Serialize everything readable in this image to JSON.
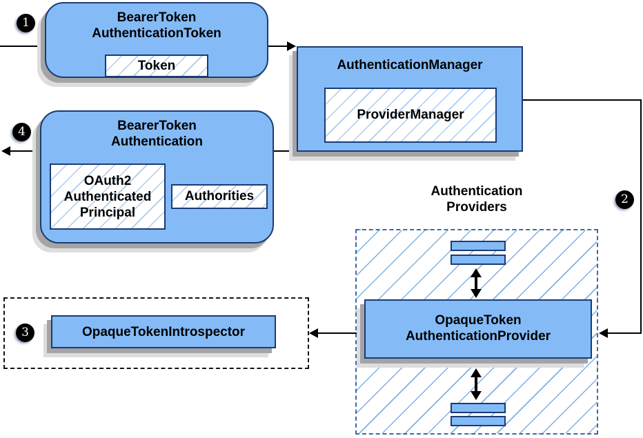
{
  "badges": {
    "step1": "1",
    "step2": "2",
    "step3": "3",
    "step4": "4"
  },
  "nodes": {
    "bearer_token_authentication_token": {
      "title": "BearerToken\nAuthenticationToken",
      "token": "Token"
    },
    "authentication_manager": {
      "title": "AuthenticationManager",
      "provider_manager": "ProviderManager"
    },
    "bearer_token_authentication": {
      "title": "BearerToken\nAuthentication",
      "principal": "OAuth2\nAuthenticated\nPrincipal",
      "authorities": "Authorities"
    },
    "authentication_providers": {
      "label": "Authentication\nProviders"
    },
    "opaque_token_authentication_provider": {
      "title": "OpaqueToken\nAuthenticationProvider"
    },
    "opaque_token_introspector": {
      "title": "OpaqueTokenIntrospector"
    }
  },
  "colors": {
    "box_fill": "#84BBF7",
    "box_border": "#1A3A73",
    "inner_hatch_line": "#A9CCF1",
    "container_hatch_line": "#7FAFE0",
    "container_border": "#3E68A8",
    "connector": "#000000",
    "shadow": "#A4A4A4",
    "badge_fill": "#000000",
    "badge_text": "#FFFFFF"
  }
}
